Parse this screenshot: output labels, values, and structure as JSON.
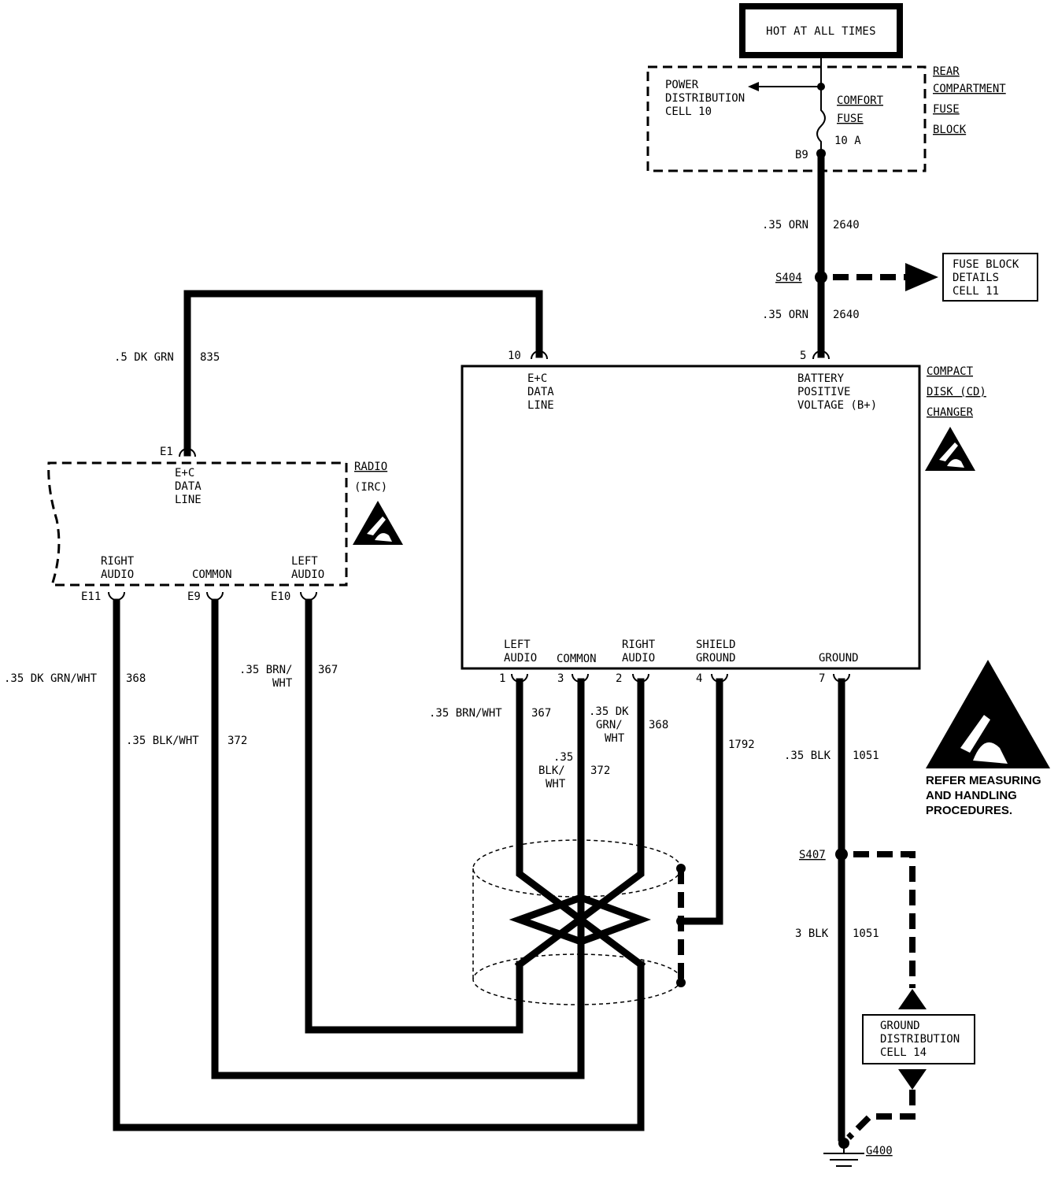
{
  "top_power": {
    "label": "HOT AT ALL TIMES"
  },
  "fuse_block": {
    "power_dist": [
      "POWER",
      "DISTRIBUTION",
      "CELL 10"
    ],
    "fuse_name": [
      "COMFORT",
      "FUSE"
    ],
    "fuse_rating": "10 A",
    "pin": "B9",
    "block_name": [
      "REAR",
      "COMPARTMENT",
      "FUSE",
      "BLOCK"
    ]
  },
  "wire_2640_upper": {
    "gauge": ".35 ORN",
    "circuit": "2640"
  },
  "wire_2640_lower": {
    "gauge": ".35 ORN",
    "circuit": "2640"
  },
  "splice_s404": {
    "label": "S404",
    "ref": [
      "FUSE BLOCK",
      "DETAILS",
      "CELL 11"
    ]
  },
  "wire_835": {
    "gauge": ".5 DK GRN",
    "circuit": "835"
  },
  "cd_changer": {
    "name": [
      "COMPACT",
      "DISK (CD)",
      "CHANGER"
    ],
    "pin10": "10",
    "pin10_label": [
      "E+C",
      "DATA",
      "LINE"
    ],
    "pin5": "5",
    "pin5_label": [
      "BATTERY",
      "POSITIVE",
      "VOLTAGE (B+)"
    ],
    "bottom_pins": [
      {
        "num": "1",
        "label": [
          "LEFT",
          "AUDIO"
        ]
      },
      {
        "num": "3",
        "label": [
          "COMMON"
        ]
      },
      {
        "num": "2",
        "label": [
          "RIGHT",
          "AUDIO"
        ]
      },
      {
        "num": "4",
        "label": [
          "SHIELD",
          "GROUND"
        ]
      },
      {
        "num": "7",
        "label": [
          "GROUND"
        ]
      }
    ]
  },
  "radio": {
    "name": [
      "RADIO",
      "(IRC)"
    ],
    "e1": "E1",
    "e1_label": [
      "E+C",
      "DATA",
      "LINE"
    ],
    "e11": "E11",
    "e11_label": [
      "RIGHT",
      "AUDIO"
    ],
    "e9": "E9",
    "e9_label": [
      "COMMON"
    ],
    "e10": "E10",
    "e10_label": [
      "LEFT",
      "AUDIO"
    ]
  },
  "wire_368_radio": {
    "gauge": ".35 DK GRN/WHT",
    "circuit": "368"
  },
  "wire_372_radio": {
    "gauge": ".35 BLK/WHT",
    "circuit": "372"
  },
  "wire_367_radio": {
    "gauge": [
      ".35 BRN/",
      "WHT"
    ],
    "circuit": "367"
  },
  "wire_367_cd": {
    "gauge": ".35 BRN/WHT",
    "circuit": "367"
  },
  "wire_372_cd": {
    "gauge": [
      ".35",
      "BLK/",
      "WHT"
    ],
    "circuit": "372"
  },
  "wire_368_cd": {
    "gauge": [
      ".35 DK",
      "GRN/",
      "WHT"
    ],
    "circuit": "368"
  },
  "wire_1792": {
    "circuit": "1792"
  },
  "wire_1051_upper": {
    "gauge": ".35 BLK",
    "circuit": "1051"
  },
  "wire_1051_lower": {
    "gauge": "3 BLK",
    "circuit": "1051"
  },
  "splice_s407": {
    "label": "S407"
  },
  "ground_ref": [
    "GROUND",
    "DISTRIBUTION",
    "CELL 14"
  ],
  "ground_g400": {
    "label": "G400"
  },
  "esd_note": [
    "REFER MEASURING",
    "AND HANDLING",
    "PROCEDURES."
  ]
}
